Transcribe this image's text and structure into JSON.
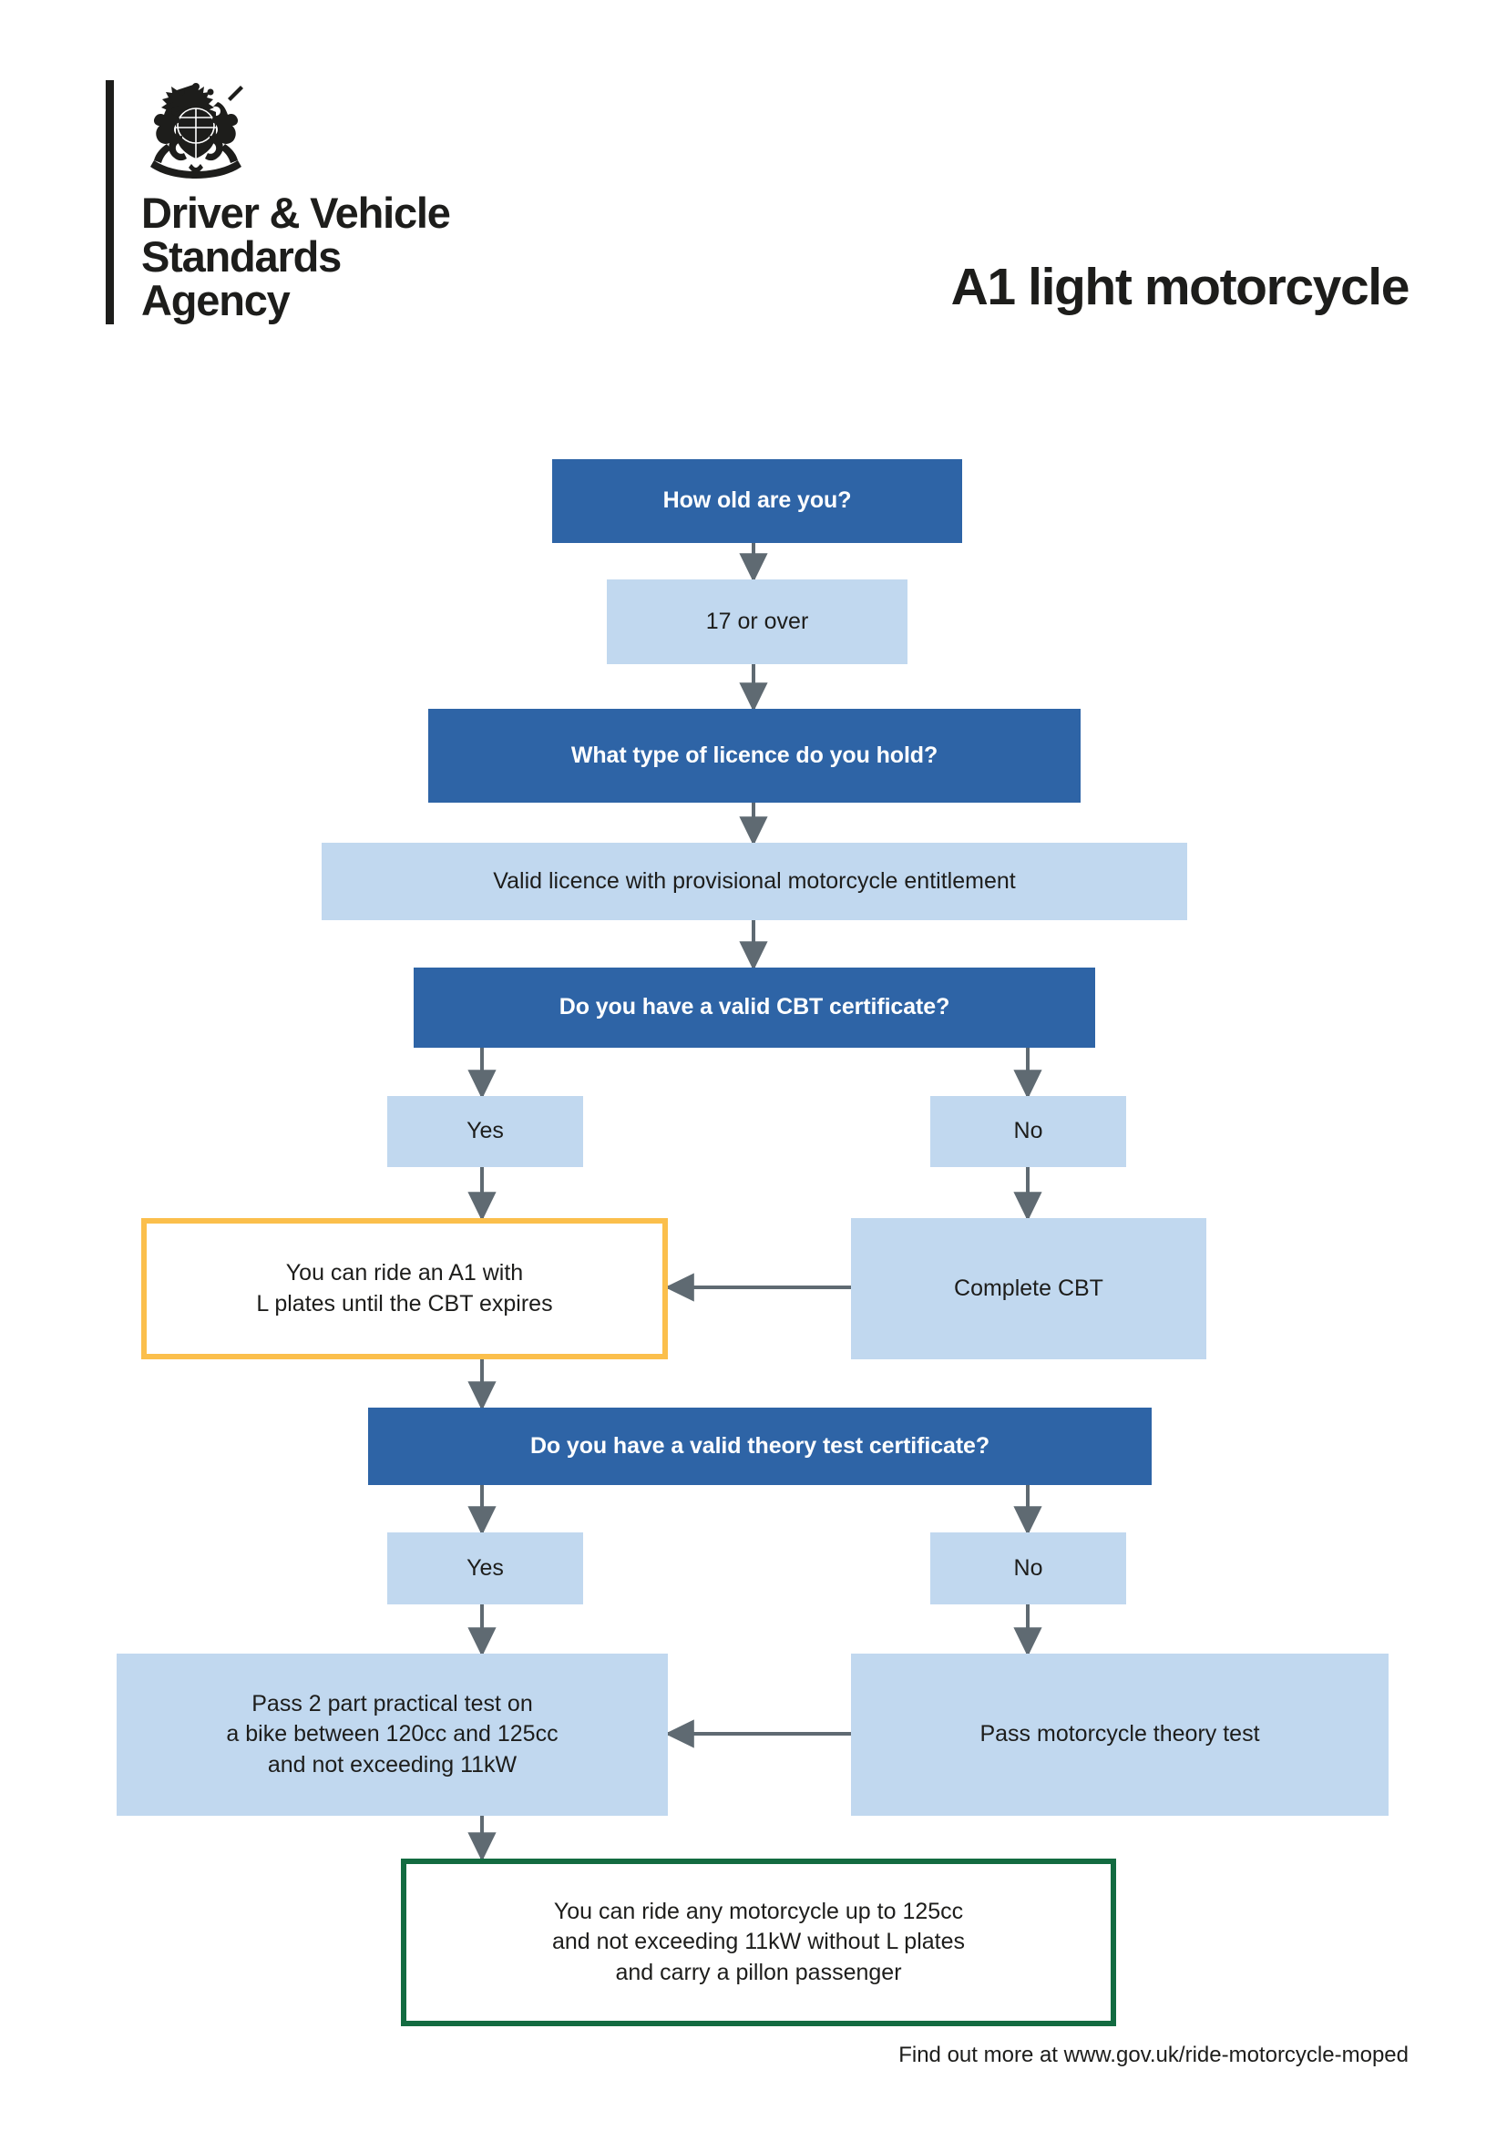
{
  "header": {
    "organisation_lines": [
      "Driver & Vehicle",
      "Standards",
      "Agency"
    ],
    "crest_icon": "royal-coat-of-arms-icon",
    "title": "A1 light motorcycle"
  },
  "footer": {
    "text": "Find out more at www.gov.uk/ride-motorcycle-moped"
  },
  "colors": {
    "question": "#2E64A6",
    "answer": "#C1D8EF",
    "outcome_interim_border": "#FBBF4C",
    "outcome_final_border": "#136B41",
    "connector": "#5F6A72",
    "text_dark": "#1D1D1B",
    "text_light": "#FFFFFF"
  },
  "chart_data": {
    "type": "flowchart",
    "title": "A1 light motorcycle",
    "orientation": "top-to-bottom",
    "nodes": [
      {
        "id": "q-age",
        "kind": "question",
        "text": "How old are you?"
      },
      {
        "id": "a-age",
        "kind": "answer",
        "text": "17 or over"
      },
      {
        "id": "q-licence",
        "kind": "question",
        "text": "What type of licence do you hold?"
      },
      {
        "id": "a-licence",
        "kind": "answer",
        "text": "Valid licence with provisional motorcycle entitlement"
      },
      {
        "id": "q-cbt",
        "kind": "question",
        "text": "Do you have a valid CBT certificate?"
      },
      {
        "id": "a-cbt-yes",
        "kind": "answer",
        "text": "Yes"
      },
      {
        "id": "a-cbt-no",
        "kind": "answer",
        "text": "No"
      },
      {
        "id": "o-cbt-ride",
        "kind": "outcome-interim",
        "lines": [
          "You can ride an A1 with",
          "L plates until the CBT expires"
        ]
      },
      {
        "id": "a-complete-cbt",
        "kind": "answer",
        "text": "Complete CBT"
      },
      {
        "id": "q-theory",
        "kind": "question",
        "text": "Do you have a valid theory test certificate?"
      },
      {
        "id": "a-theory-yes",
        "kind": "answer",
        "text": "Yes"
      },
      {
        "id": "a-theory-no",
        "kind": "answer",
        "text": "No"
      },
      {
        "id": "a-practical",
        "kind": "answer",
        "lines": [
          "Pass 2 part practical test on",
          "a bike between 120cc and 125cc",
          "and not exceeding 11kW"
        ]
      },
      {
        "id": "a-theory-test",
        "kind": "answer",
        "text": "Pass motorcycle theory test"
      },
      {
        "id": "o-final",
        "kind": "outcome-final",
        "lines": [
          "You can ride any motorcycle up to 125cc",
          "and not exceeding 11kW without L plates",
          "and carry a pillon passenger"
        ]
      }
    ],
    "edges": [
      {
        "from": "q-age",
        "to": "a-age",
        "direction": "down"
      },
      {
        "from": "a-age",
        "to": "q-licence",
        "direction": "down"
      },
      {
        "from": "q-licence",
        "to": "a-licence",
        "direction": "down"
      },
      {
        "from": "a-licence",
        "to": "q-cbt",
        "direction": "down"
      },
      {
        "from": "q-cbt",
        "to": "a-cbt-yes",
        "direction": "down"
      },
      {
        "from": "q-cbt",
        "to": "a-cbt-no",
        "direction": "down"
      },
      {
        "from": "a-cbt-yes",
        "to": "o-cbt-ride",
        "direction": "down"
      },
      {
        "from": "a-cbt-no",
        "to": "a-complete-cbt",
        "direction": "down"
      },
      {
        "from": "a-complete-cbt",
        "to": "o-cbt-ride",
        "direction": "left"
      },
      {
        "from": "o-cbt-ride",
        "to": "q-theory",
        "direction": "down"
      },
      {
        "from": "q-theory",
        "to": "a-theory-yes",
        "direction": "down"
      },
      {
        "from": "q-theory",
        "to": "a-theory-no",
        "direction": "down"
      },
      {
        "from": "a-theory-yes",
        "to": "a-practical",
        "direction": "down"
      },
      {
        "from": "a-theory-no",
        "to": "a-theory-test",
        "direction": "down"
      },
      {
        "from": "a-theory-test",
        "to": "a-practical",
        "direction": "left"
      },
      {
        "from": "a-practical",
        "to": "o-final",
        "direction": "down"
      }
    ]
  },
  "nodes_text": {
    "q_age": "How old are you?",
    "a_age": "17 or over",
    "q_licence": "What type of licence do you hold?",
    "a_licence": "Valid licence with provisional motorcycle entitlement",
    "q_cbt": "Do you have a valid CBT certificate?",
    "a_cbt_yes": "Yes",
    "a_cbt_no": "No",
    "o_cbt_ride_l1": "You can ride an A1 with",
    "o_cbt_ride_l2": "L plates until the CBT expires",
    "a_complete_cbt": "Complete CBT",
    "q_theory": "Do you have a valid theory test certificate?",
    "a_theory_yes": "Yes",
    "a_theory_no": "No",
    "a_practical_l1": "Pass 2 part practical test on",
    "a_practical_l2": "a bike between 120cc and 125cc",
    "a_practical_l3": "and not exceeding 11kW",
    "a_theory_test": "Pass motorcycle theory test",
    "o_final_l1": "You can ride any motorcycle up to 125cc",
    "o_final_l2": "and not exceeding 11kW without L plates",
    "o_final_l3": "and carry a pillon passenger"
  }
}
